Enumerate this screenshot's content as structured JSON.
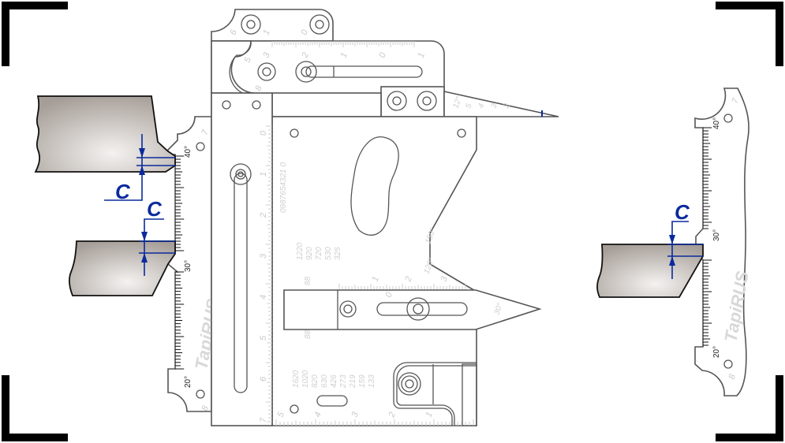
{
  "colors": {
    "dimension": "#0a2a9c",
    "outline": "#555555",
    "scale_text": "#c9c9c9",
    "workpiece": "#b9b3ae"
  },
  "dimension_label": "C",
  "logo": "TapiRUS",
  "left_gauge": {
    "angles": [
      "40°",
      "30°",
      "20°"
    ],
    "numbers": [
      "7",
      "8"
    ]
  },
  "right_gauge": {
    "angles": [
      "40°",
      "30°",
      "20°"
    ],
    "numbers": [
      "7",
      "8"
    ]
  },
  "top_plate_scale": [
    "6",
    "1",
    "0"
  ],
  "upper_plate_scale": [
    "3",
    "2",
    "1",
    "0",
    "1"
  ],
  "arc_labels": [
    "5",
    "8"
  ],
  "needle_scale": [
    "12°",
    "5",
    "4",
    "3",
    "2"
  ],
  "vertical_ruler": [
    "0",
    "1",
    "2",
    "3",
    "4",
    "5",
    "6",
    "7"
  ],
  "vernier_digits": "0987654321 0",
  "upper_thickness_labels": [
    "1220",
    "920",
    "720",
    "530",
    "325"
  ],
  "lower_thickness_labels": [
    "1620",
    "1020",
    "820",
    "630",
    "426",
    "273",
    "219",
    "159",
    "133"
  ],
  "bar_marks": [
    "88",
    "88"
  ],
  "body_angles": [
    "150°",
    "120°",
    "30°"
  ],
  "pointer_scale": [
    "1",
    "2",
    "3",
    "0"
  ],
  "bottom_scale": [
    "5",
    "4",
    "3",
    "2",
    "1"
  ]
}
